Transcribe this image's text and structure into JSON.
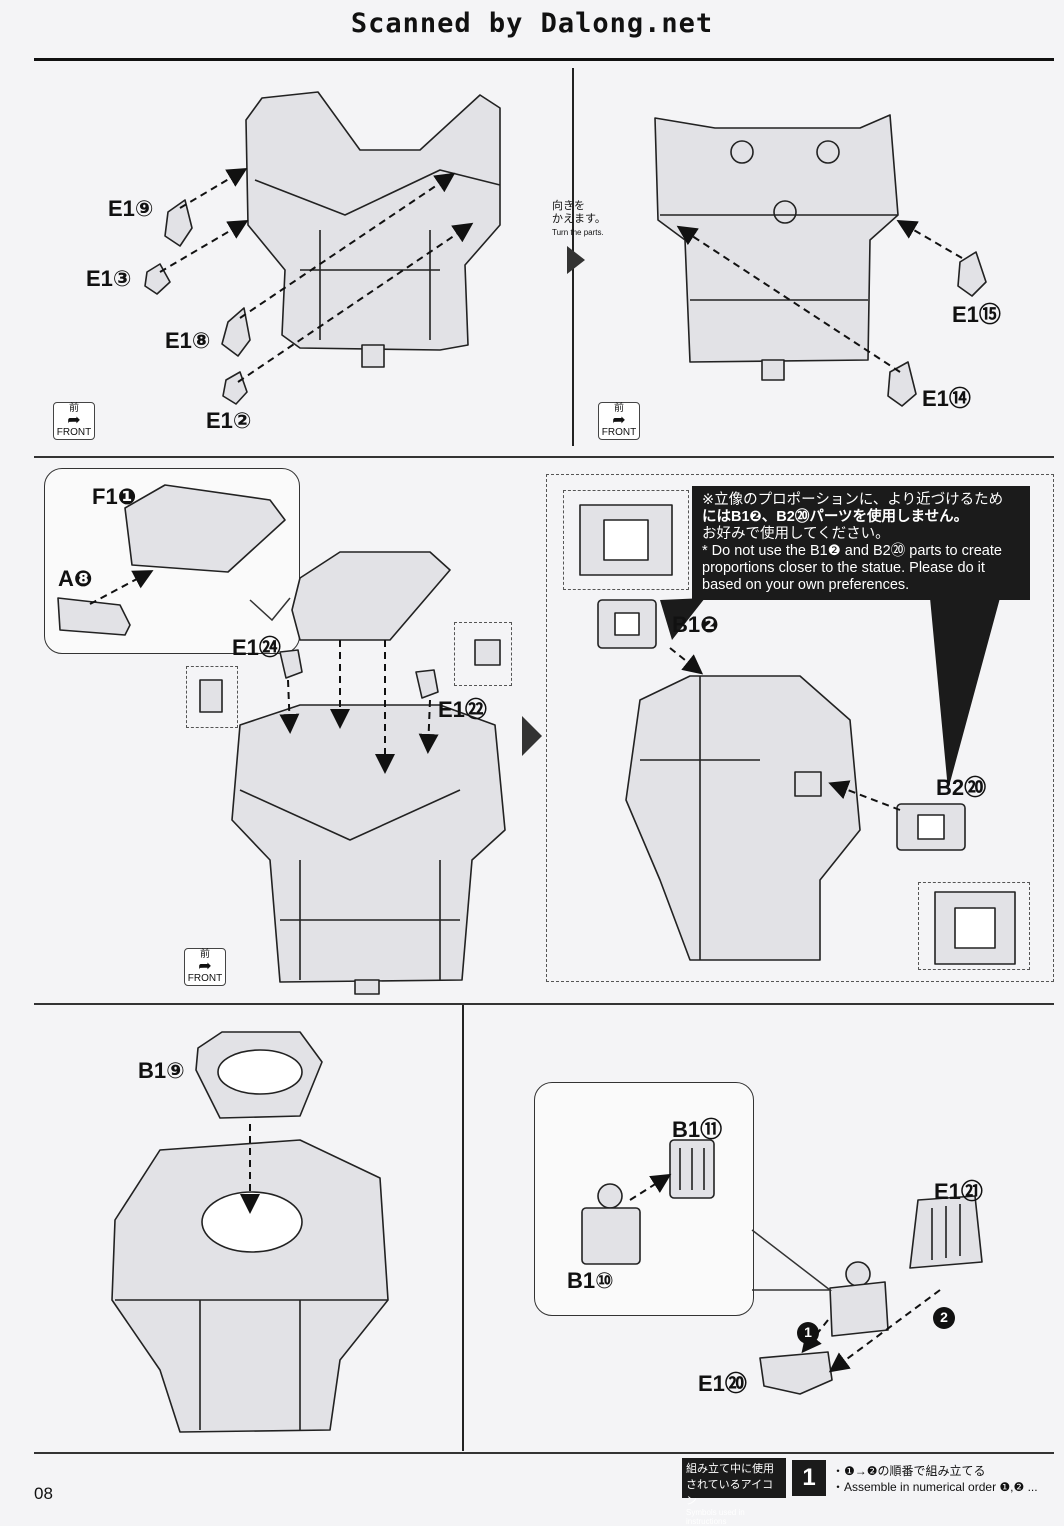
{
  "header": {
    "title": "Scanned by Dalong.net"
  },
  "page_number": "08",
  "panel1": {
    "labels": [
      "E1⑨",
      "E1③",
      "E1⑧",
      "E1②"
    ],
    "front_jp": "前",
    "front_en": "FRONT"
  },
  "panel2": {
    "turn_jp": "向きを\nかえます。",
    "turn_en": "Turn the parts.",
    "labels": [
      "E1⑮",
      "E1⑭"
    ],
    "front_jp": "前",
    "front_en": "FRONT"
  },
  "panel3": {
    "labels": [
      "F1❶",
      "A❽",
      "E1㉔",
      "E1㉒"
    ],
    "front_jp": "前",
    "front_en": "FRONT"
  },
  "panel4": {
    "note_jp_1": "※立像のプロポーションに、より近づけるため",
    "note_jp_2": "にはB1❷、B2⑳パーツを使用しません。",
    "note_jp_3": "お好みで使用してください。",
    "note_en_1": "* Do not use the B1❷ and B2⑳ parts to create",
    "note_en_2": "proportions closer to the statue. Please do it",
    "note_en_3": "based on your own preferences.",
    "labels": [
      "B1❷",
      "B2⑳"
    ]
  },
  "panel5": {
    "labels": [
      "B1⑨"
    ]
  },
  "panel6": {
    "labels": [
      "B1⑪",
      "B1⑩",
      "E1㉑",
      "E1⑳"
    ],
    "steps": [
      "1",
      "2"
    ]
  },
  "footer": {
    "icon_jp_1": "組み立て中に使用",
    "icon_jp_2": "されているアイコン",
    "icon_en": "Symbols used in instructions",
    "step_num": "1",
    "order_jp": "・❶→❷の順番で組み立てる",
    "order_en": "・Assemble in numerical order ❶,❷ ..."
  }
}
